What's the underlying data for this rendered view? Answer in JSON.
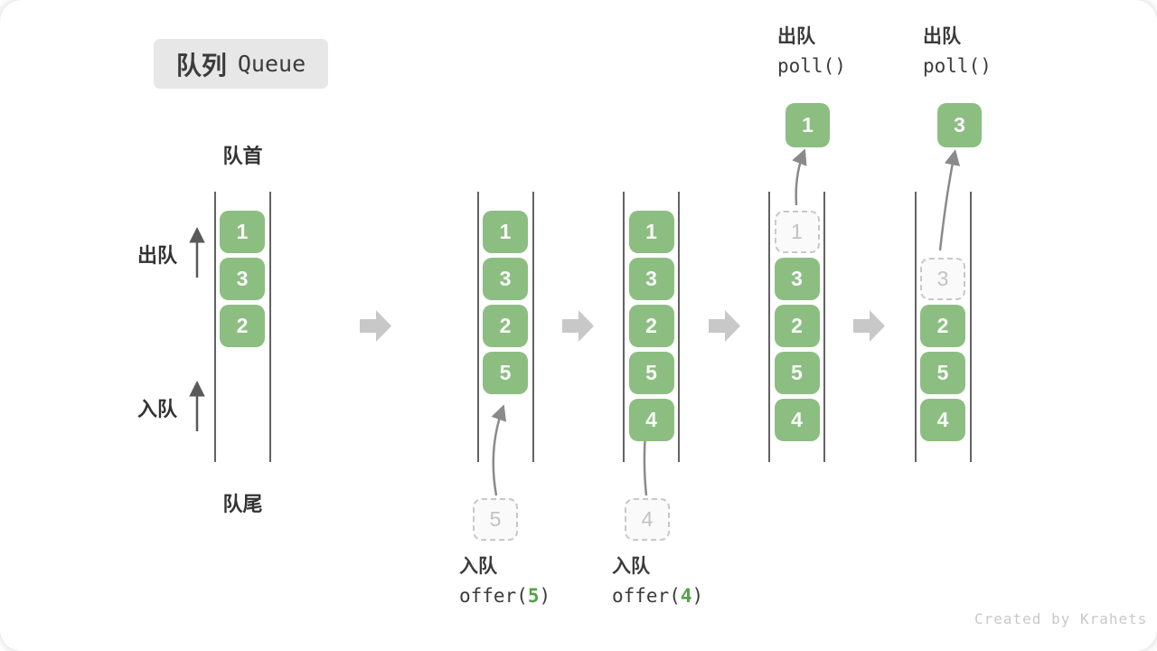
{
  "title": {
    "zh": "队列",
    "en": "Queue"
  },
  "side_labels": {
    "front": "队首",
    "rear": "队尾",
    "dequeue": "出队",
    "enqueue": "入队"
  },
  "watermark": "Created by Krahets",
  "colors": {
    "block_green": "#8CBE82",
    "block_text": "#FAFAFA",
    "accent_green": "#55A14E",
    "transition_arrow": "#C8C8C8",
    "dashed_border": "#C8C8C8",
    "dashed_text": "#C2C2C2",
    "text_dark": "#3B3B3B",
    "rail": "#636363",
    "watermark_gray": "#C9C9C9"
  },
  "states": [
    {
      "name": "state-initial",
      "slots": [
        {
          "row": 0,
          "value": "1",
          "style": "solid"
        },
        {
          "row": 1,
          "value": "3",
          "style": "solid"
        },
        {
          "row": 2,
          "value": "2",
          "style": "solid"
        }
      ]
    },
    {
      "name": "state-after-offer-5",
      "slots": [
        {
          "row": 0,
          "value": "1",
          "style": "solid"
        },
        {
          "row": 1,
          "value": "3",
          "style": "solid"
        },
        {
          "row": 2,
          "value": "2",
          "style": "solid"
        },
        {
          "row": 3,
          "value": "5",
          "style": "solid"
        }
      ],
      "operation": {
        "kind": "enqueue",
        "zh": "入队",
        "code_prefix": "offer(",
        "code_value": "5",
        "code_suffix": ")",
        "staged_value": "5"
      }
    },
    {
      "name": "state-after-offer-4",
      "slots": [
        {
          "row": 0,
          "value": "1",
          "style": "solid"
        },
        {
          "row": 1,
          "value": "3",
          "style": "solid"
        },
        {
          "row": 2,
          "value": "2",
          "style": "solid"
        },
        {
          "row": 3,
          "value": "5",
          "style": "solid"
        },
        {
          "row": 4,
          "value": "4",
          "style": "solid"
        }
      ],
      "operation": {
        "kind": "enqueue",
        "zh": "入队",
        "code_prefix": "offer(",
        "code_value": "4",
        "code_suffix": ")",
        "staged_value": "4"
      }
    },
    {
      "name": "state-after-poll-1",
      "slots": [
        {
          "row": 0,
          "value": "1",
          "style": "dashed"
        },
        {
          "row": 1,
          "value": "3",
          "style": "solid"
        },
        {
          "row": 2,
          "value": "2",
          "style": "solid"
        },
        {
          "row": 3,
          "value": "5",
          "style": "solid"
        },
        {
          "row": 4,
          "value": "4",
          "style": "solid"
        }
      ],
      "operation": {
        "kind": "dequeue",
        "zh": "出队",
        "code": "poll()",
        "removed_value": "1"
      }
    },
    {
      "name": "state-after-poll-3",
      "slots": [
        {
          "row": 1,
          "value": "3",
          "style": "dashed"
        },
        {
          "row": 2,
          "value": "2",
          "style": "solid"
        },
        {
          "row": 3,
          "value": "5",
          "style": "solid"
        },
        {
          "row": 4,
          "value": "4",
          "style": "solid"
        }
      ],
      "operation": {
        "kind": "dequeue",
        "zh": "出队",
        "code": "poll()",
        "removed_value": "3"
      }
    }
  ]
}
